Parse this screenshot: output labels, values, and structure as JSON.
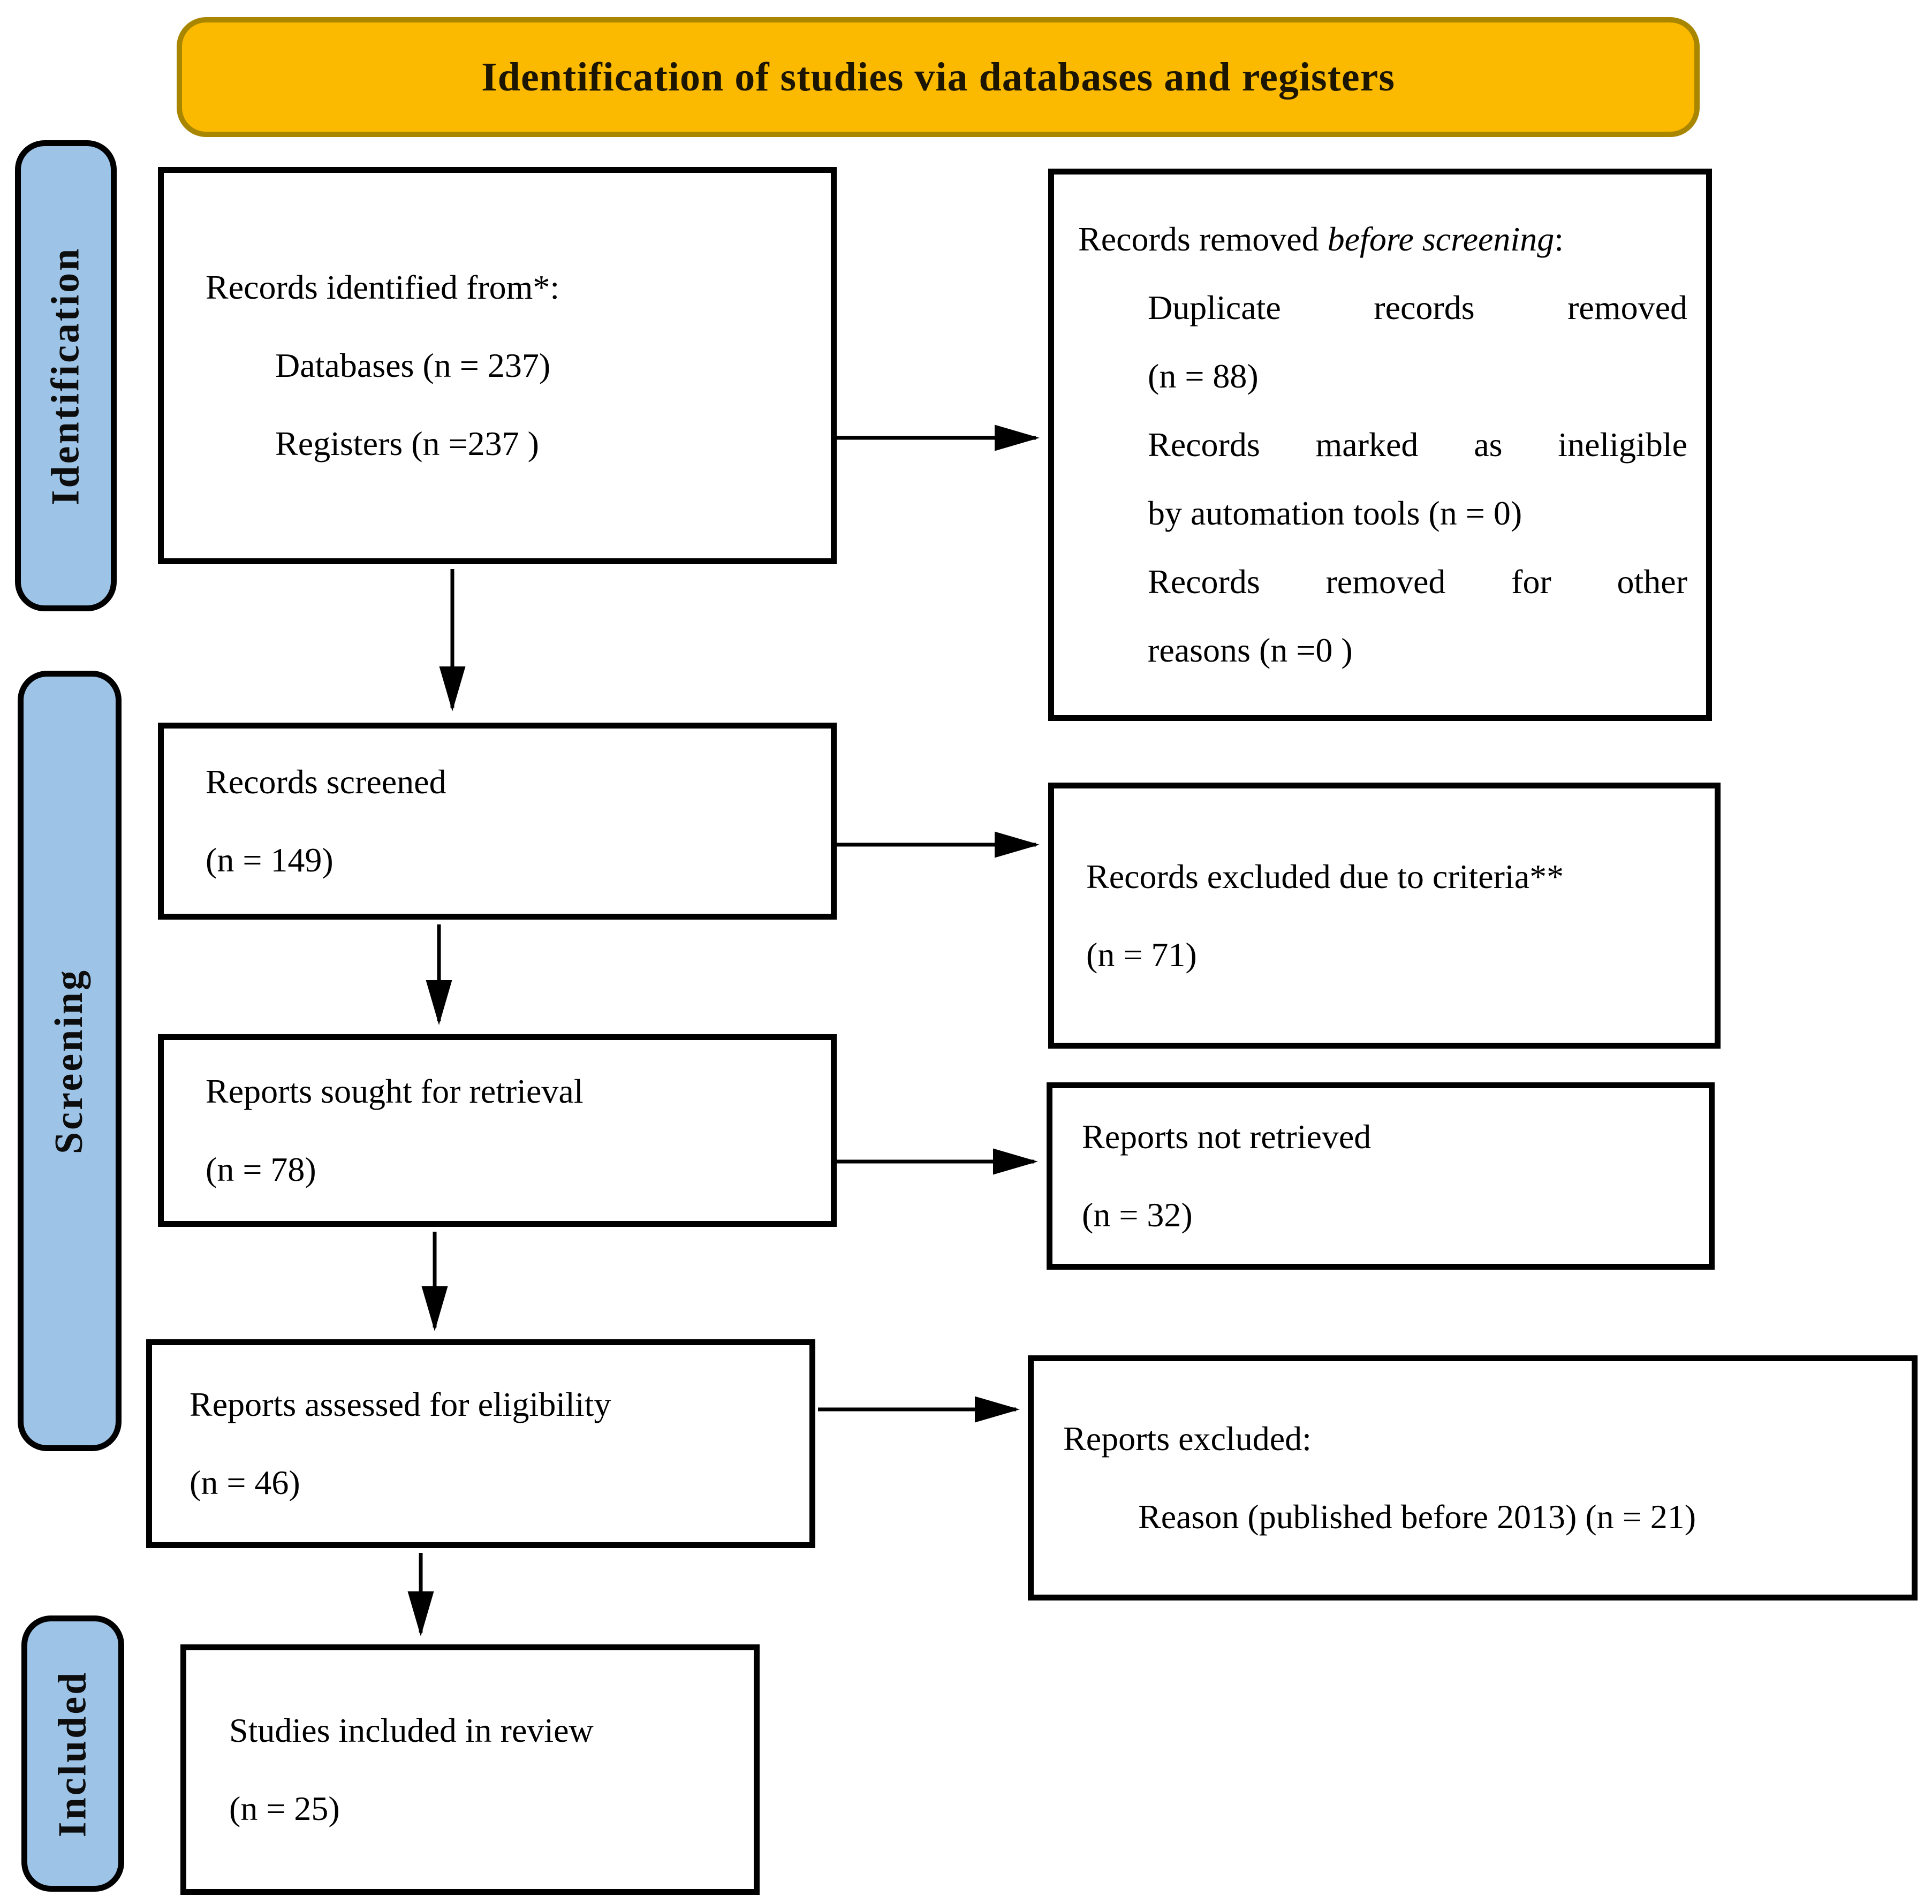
{
  "banner": {
    "title": "Identification of studies via databases and registers"
  },
  "sidebar": {
    "identification": "Identification",
    "screening": "Screening",
    "included": "Included"
  },
  "boxes": {
    "records_identified": {
      "heading": "Records identified from*:",
      "item1": "Databases (n = 237)",
      "item2": "Registers (n =237 )"
    },
    "records_removed": {
      "heading_prefix": "Records removed ",
      "heading_italic": "before screening",
      "heading_suffix": ":",
      "item1_l1": "Duplicate records removed",
      "item1_l2": "(n = 88)",
      "item2_l1": "Records marked as ineligible",
      "item2_l2": "by automation tools (n = 0)",
      "item3_l1": "Records removed for other",
      "item3_l2": "reasons (n =0 )"
    },
    "records_screened": {
      "l1": "Records screened",
      "l2": "(n = 149)"
    },
    "records_excluded": {
      "l1": "Records excluded due to criteria**",
      "l2": "(n = 71)"
    },
    "reports_sought": {
      "l1": "Reports sought for retrieval",
      "l2": "(n = 78)"
    },
    "reports_not_retrieved": {
      "l1": "Reports not retrieved",
      "l2": "(n = 32)"
    },
    "reports_assessed": {
      "l1": "Reports assessed for eligibility",
      "l2": "(n = 46)"
    },
    "reports_excluded": {
      "heading": "Reports excluded:",
      "item": "Reason (published before 2013) (n = 21)"
    },
    "studies_included": {
      "l1": "Studies included in review",
      "l2": "(n = 25)"
    }
  },
  "colors": {
    "banner_fill": "#FBB900",
    "banner_border": "#A98600",
    "stage_label_fill": "#9DC3E6",
    "box_border": "#000000",
    "background": "#FFFFFF"
  }
}
